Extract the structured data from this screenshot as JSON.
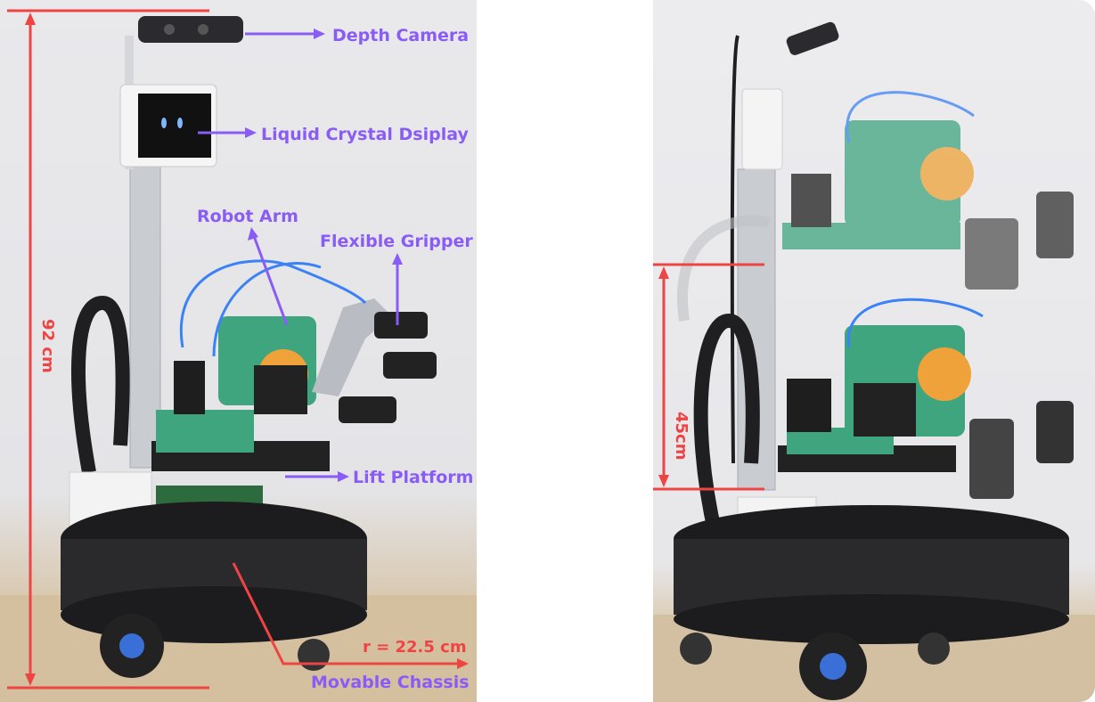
{
  "labels": {
    "depth_camera": "Depth Camera",
    "lcd": "Liquid Crystal Dsiplay",
    "robot_arm": "Robot Arm",
    "flexible_gripper": "Flexible Gripper",
    "lift_platform": "Lift Platform",
    "movable_chassis": "Movable Chassis"
  },
  "dimensions": {
    "height": "92 cm",
    "radius": "r = 22.5 cm",
    "lift_range": "45cm"
  },
  "colors": {
    "callout": "#8a5cf6",
    "dimension": "#ef4444",
    "arm_green": "#3fa57f",
    "accent_orange": "#f0a23a",
    "cable_blue": "#3b82f6"
  }
}
